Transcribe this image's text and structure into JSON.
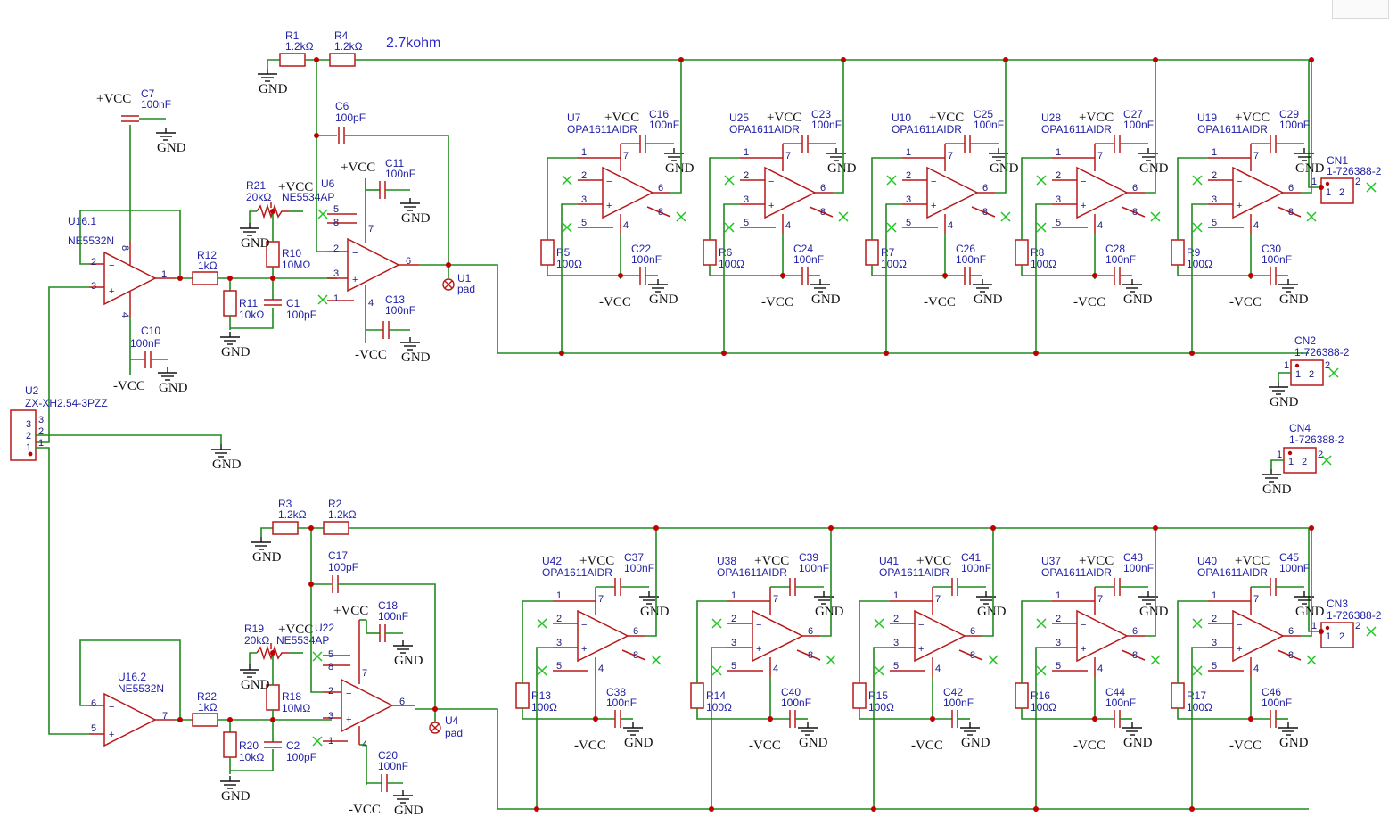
{
  "annotation": "2.7kohm",
  "nets": {
    "gnd": "GND",
    "vcc_pos": "+VCC",
    "vcc_neg": "-VCC"
  },
  "connectors": {
    "u2": {
      "ref": "U2",
      "value": "ZX-XH2.54-3PZZ",
      "pins": [
        "3",
        "2",
        "1"
      ]
    },
    "cn1": {
      "ref": "CN1",
      "value": "1-726388-2",
      "pins": [
        "1",
        "2"
      ]
    },
    "cn2": {
      "ref": "CN2",
      "value": "1-726388-2",
      "pins": [
        "1",
        "2"
      ]
    },
    "cn3": {
      "ref": "CN3",
      "value": "1-726388-2",
      "pins": [
        "1",
        "2"
      ]
    },
    "cn4": {
      "ref": "CN4",
      "value": "1-726388-2",
      "pins": [
        "1",
        "2"
      ]
    }
  },
  "top_chain": {
    "u16": {
      "ref": "U16.1",
      "value": "NE5532N",
      "pins": [
        "2",
        "3",
        "1",
        "8",
        "4"
      ]
    },
    "c7": {
      "ref": "C7",
      "value": "100nF"
    },
    "c10": {
      "ref": "C10",
      "value": "100nF"
    },
    "r12": {
      "ref": "R12",
      "value": "1kΩ"
    },
    "r11": {
      "ref": "R11",
      "value": "10kΩ"
    },
    "c1": {
      "ref": "C1",
      "value": "100pF"
    },
    "r10": {
      "ref": "R10",
      "value": "10MΩ"
    },
    "r21": {
      "ref": "R21",
      "value": "20kΩ"
    },
    "u6": {
      "ref": "U6",
      "value": "NE5534AP",
      "pins": [
        "5",
        "8",
        "2",
        "3",
        "1",
        "7",
        "4",
        "6"
      ]
    },
    "c11": {
      "ref": "C11",
      "value": "100nF"
    },
    "c13": {
      "ref": "C13",
      "value": "100nF"
    },
    "c6": {
      "ref": "C6",
      "value": "100pF"
    },
    "r1": {
      "ref": "R1",
      "value": "1.2kΩ"
    },
    "r4": {
      "ref": "R4",
      "value": "1.2kΩ"
    },
    "pad": {
      "ref": "U1",
      "value": "pad"
    },
    "buffers": [
      {
        "u": "U7",
        "c_top": "C16",
        "c_bot": "C22",
        "r": "R5",
        "rv": "100Ω"
      },
      {
        "u": "U25",
        "c_top": "C23",
        "c_bot": "C24",
        "r": "R6",
        "rv": "100Ω"
      },
      {
        "u": "U10",
        "c_top": "C25",
        "c_bot": "C26",
        "r": "R7",
        "rv": "100Ω"
      },
      {
        "u": "U28",
        "c_top": "C27",
        "c_bot": "C28",
        "r": "R8",
        "rv": "100Ω"
      },
      {
        "u": "U19",
        "c_top": "C29",
        "c_bot": "C30",
        "r": "R9",
        "rv": "100Ω"
      }
    ]
  },
  "bottom_chain": {
    "u16": {
      "ref": "U16.2",
      "value": "NE5532N",
      "pins": [
        "6",
        "5",
        "7"
      ]
    },
    "r22": {
      "ref": "R22",
      "value": "1kΩ"
    },
    "r20": {
      "ref": "R20",
      "value": "10kΩ"
    },
    "c2": {
      "ref": "C2",
      "value": "100pF"
    },
    "r18": {
      "ref": "R18",
      "value": "10MΩ"
    },
    "r19": {
      "ref": "R19",
      "value": "20kΩ"
    },
    "u22": {
      "ref": "U22",
      "value": "NE5534AP",
      "pins": [
        "5",
        "8",
        "2",
        "3",
        "1",
        "7",
        "4",
        "6"
      ]
    },
    "c18": {
      "ref": "C18",
      "value": "100nF"
    },
    "c20": {
      "ref": "C20",
      "value": "100nF"
    },
    "c17": {
      "ref": "C17",
      "value": "100pF"
    },
    "r3": {
      "ref": "R3",
      "value": "1.2kΩ"
    },
    "r2": {
      "ref": "R2",
      "value": "1.2kΩ"
    },
    "pad": {
      "ref": "U4",
      "value": "pad"
    },
    "buffers": [
      {
        "u": "U42",
        "c_top": "C37",
        "c_bot": "C38",
        "r": "R13",
        "rv": "100Ω"
      },
      {
        "u": "U38",
        "c_top": "C39",
        "c_bot": "C40",
        "r": "R14",
        "rv": "100Ω"
      },
      {
        "u": "U41",
        "c_top": "C41",
        "c_bot": "C42",
        "r": "R15",
        "rv": "100Ω"
      },
      {
        "u": "U37",
        "c_top": "C43",
        "c_bot": "C44",
        "r": "R16",
        "rv": "100Ω"
      },
      {
        "u": "U40",
        "c_top": "C45",
        "c_bot": "C46",
        "r": "R17",
        "rv": "100Ω"
      }
    ]
  },
  "buffer_part": {
    "value": "OPA1611AIDR",
    "cap": "100nF",
    "pins": [
      "1",
      "2",
      "3",
      "5",
      "7",
      "6",
      "8",
      "4"
    ]
  }
}
